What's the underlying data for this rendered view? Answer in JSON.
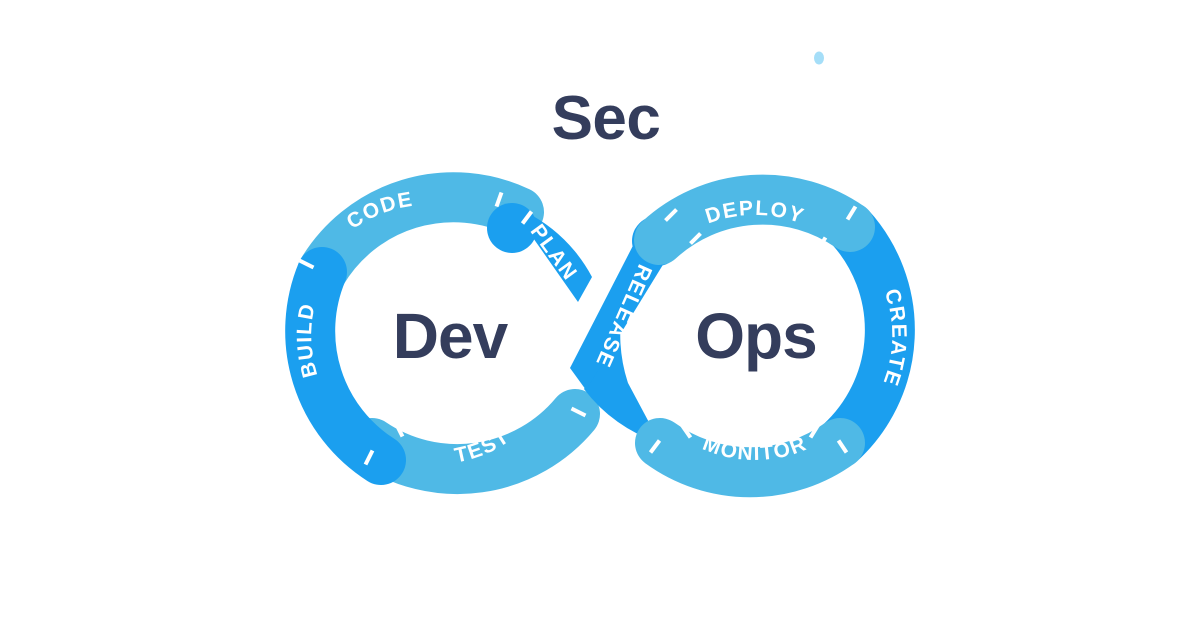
{
  "diagram": {
    "title": "Sec",
    "type": "devsecops-infinity-loop",
    "left_lobe_label": "Dev",
    "right_lobe_label": "Ops",
    "colors": {
      "light_blue": "#4FB9E6",
      "dark_blue": "#1B9FEF",
      "navy_text": "#343D5C",
      "background": "#FFFFFF",
      "notch": "#FFFFFF",
      "dot": "#A5DEF8"
    },
    "left_cycle": {
      "name": "Dev",
      "stages": [
        {
          "label": "CODE",
          "tone": "light"
        },
        {
          "label": "PLAN",
          "tone": "dark"
        },
        {
          "label": "TEST",
          "tone": "light"
        },
        {
          "label": "BUILD",
          "tone": "dark"
        }
      ]
    },
    "right_cycle": {
      "name": "Ops",
      "stages": [
        {
          "label": "DEPLOY",
          "tone": "light"
        },
        {
          "label": "CREATE",
          "tone": "dark"
        },
        {
          "label": "MONITOR",
          "tone": "light"
        },
        {
          "label": "RELEASE",
          "tone": "dark"
        }
      ]
    },
    "decoration": {
      "dot_label": "accent-dot"
    }
  }
}
